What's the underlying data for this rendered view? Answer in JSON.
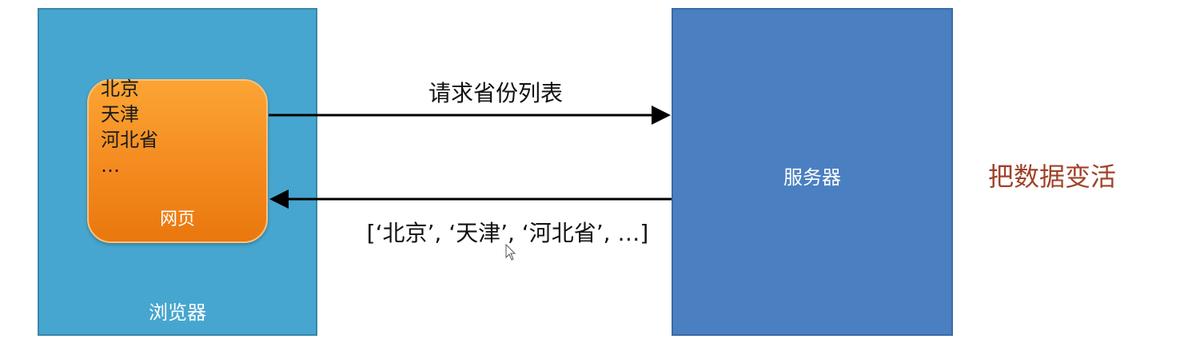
{
  "browser": {
    "label": "浏览器",
    "color": "#46a6cf"
  },
  "webpage": {
    "label": "网页",
    "provinces": [
      "北京",
      "天津",
      "河北省",
      "…"
    ],
    "color": "#f48a1f"
  },
  "server": {
    "label": "服务器",
    "color": "#4a7fc1"
  },
  "request": {
    "label": "请求省份列表"
  },
  "response": {
    "label": "[‘北京’, ‘天津’, ‘河北省’, …]"
  },
  "side_note": {
    "label": "把数据变活",
    "color": "#a0422a"
  }
}
